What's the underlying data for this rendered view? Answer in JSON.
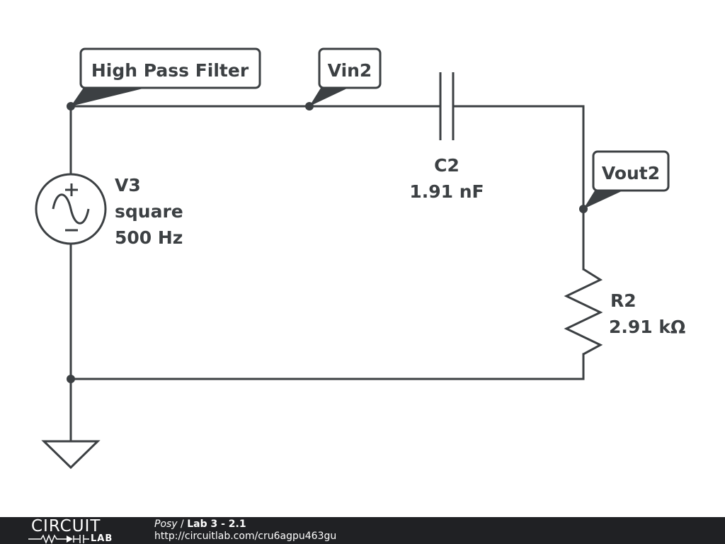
{
  "labels": {
    "high_pass": "High Pass Filter",
    "vin": "Vin2",
    "vout": "Vout2"
  },
  "components": {
    "source": {
      "name": "V3",
      "waveform": "square",
      "frequency": "500 Hz"
    },
    "capacitor": {
      "name": "C2",
      "value": "1.91 nF"
    },
    "resistor": {
      "name": "R2",
      "value": "2.91 kΩ"
    }
  },
  "footer": {
    "logo_top": "CIRCUIT",
    "logo_bottom": "LAB",
    "author": "Posy",
    "separator": "/",
    "title": "Lab 3 - 2.1",
    "url": "http://circuitlab.com/cru6agpu463gu"
  },
  "colors": {
    "ink": "#3c4043",
    "footer_bg": "#202124",
    "background": "#ffffff"
  }
}
